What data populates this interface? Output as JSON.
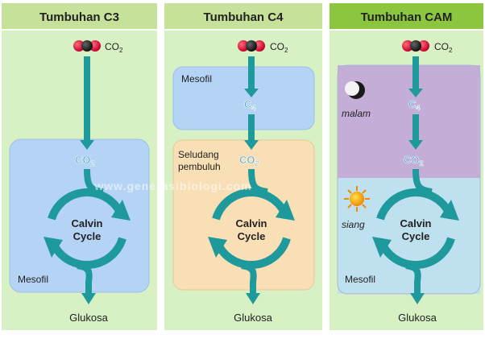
{
  "panels": [
    {
      "title": "Tumbuhan C3",
      "co2_label": "CO",
      "co2_sub": "2",
      "box_labels": [
        "Mesofil"
      ],
      "inner_co2": "CO",
      "inner_co2_sub": "2",
      "cycle_line1": "Calvin",
      "cycle_line2": "Cycle",
      "output": "Glukosa"
    },
    {
      "title": "Tumbuhan C4",
      "co2_label": "CO",
      "co2_sub": "2",
      "box_labels": [
        "Mesofil",
        "Seludang",
        "pembuluh"
      ],
      "c4_label": "C",
      "c4_sub": "4",
      "inner_co2": "CO",
      "inner_co2_sub": "2",
      "cycle_line1": "Calvin",
      "cycle_line2": "Cycle",
      "output": "Glukosa"
    },
    {
      "title": "Tumbuhan CAM",
      "co2_label": "CO",
      "co2_sub": "2",
      "night_label": "malam",
      "day_label": "siang",
      "box_labels": [
        "Mesofil"
      ],
      "c4_label": "C",
      "c4_sub": "4",
      "inner_co2": "CO",
      "inner_co2_sub": "2",
      "cycle_line1": "Calvin",
      "cycle_line2": "Cycle",
      "output": "Glukosa"
    }
  ],
  "watermark": "www.generasibiologi.com",
  "colors": {
    "header_bg": "#c6e29a",
    "header_cam_bg": "#8cc63f",
    "panel_bg": "#d7f0c4",
    "mesofil_blue": "#b5d4f5",
    "bundle_orange": "#f9dfb6",
    "cam_night": "#c4aed8",
    "cam_day": "#bfe0ee",
    "arrow_teal": "#1f9a9c",
    "label_teal": "#4fa6c9"
  }
}
